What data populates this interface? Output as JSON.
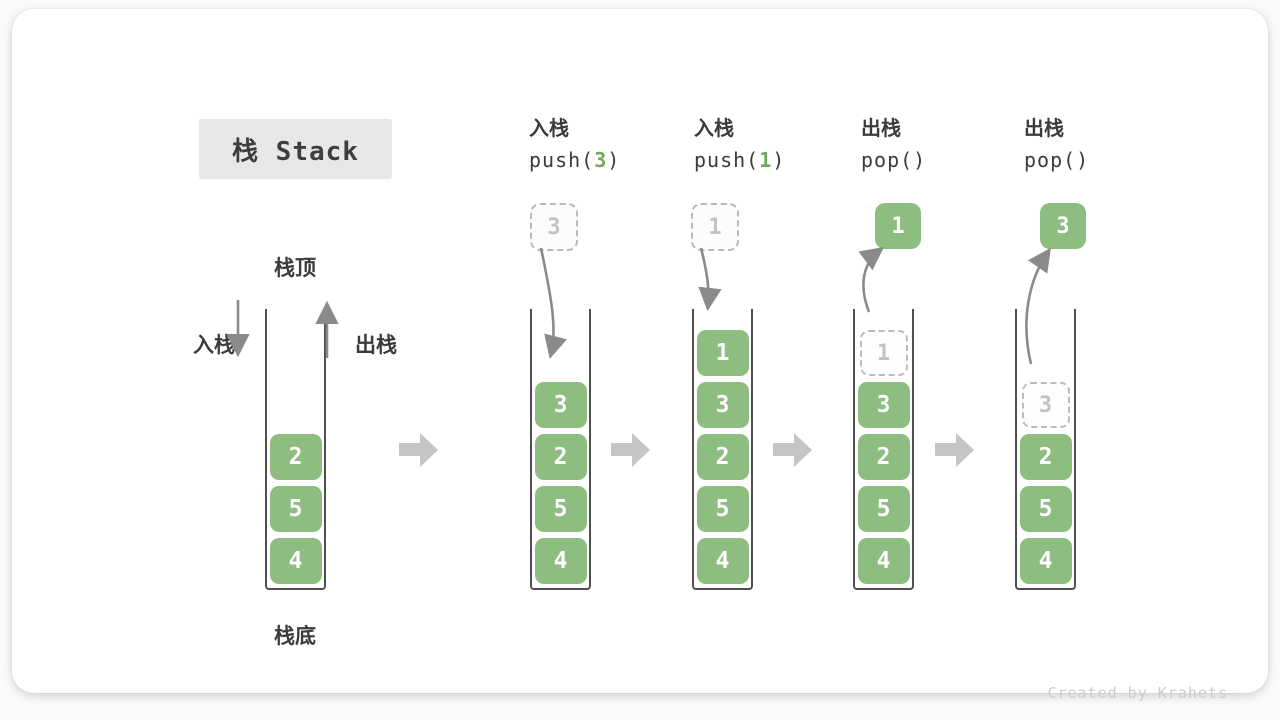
{
  "title": "栈 Stack",
  "labels": {
    "stack_top": "栈顶",
    "stack_bottom": "栈底",
    "push_side": "入栈",
    "pop_side": "出栈"
  },
  "operations": [
    {
      "name": "入栈",
      "code_pre": "push(",
      "arg": "3",
      "code_post": ")"
    },
    {
      "name": "入栈",
      "code_pre": "push(",
      "arg": "1",
      "code_post": ")"
    },
    {
      "name": "出栈",
      "code_pre": "pop(",
      "arg": "",
      "code_post": ")"
    },
    {
      "name": "出栈",
      "code_pre": "pop(",
      "arg": "",
      "code_post": ")"
    }
  ],
  "stacks": [
    {
      "blocks": [
        "2",
        "5",
        "4"
      ]
    },
    {
      "float": {
        "style": "dashed",
        "value": "3"
      },
      "blocks": [
        "3",
        "2",
        "5",
        "4"
      ]
    },
    {
      "float": {
        "style": "dashed",
        "value": "1"
      },
      "blocks": [
        "1",
        "3",
        "2",
        "5",
        "4"
      ]
    },
    {
      "float": {
        "style": "green",
        "value": "1"
      },
      "ghost": "1",
      "blocks": [
        "3",
        "2",
        "5",
        "4"
      ]
    },
    {
      "float": {
        "style": "green",
        "value": "3"
      },
      "ghost": "3",
      "blocks": [
        "2",
        "5",
        "4"
      ]
    }
  ],
  "footer": "Created by Krahets",
  "colors": {
    "block_green": "#8dbe80",
    "arg_green": "#72a85b",
    "badge_gray": "#e7e7e7",
    "text_dark": "#3b3b3b",
    "ghost_gray": "#c2c2c2",
    "arrow_gray": "#8a8a8a",
    "block_arrow_gray": "#c5c5c5"
  }
}
